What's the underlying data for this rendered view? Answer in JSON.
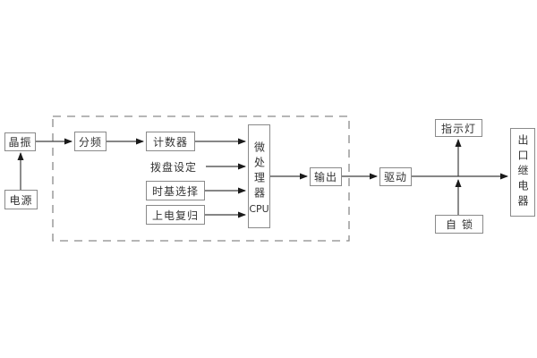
{
  "diagram": {
    "kind": "block-diagram",
    "blocks": {
      "crystal": "晶振",
      "power": "电源",
      "divider": "分频",
      "counter": "计数器",
      "dial_setting": "拨盘设定",
      "timebase_select": "时基选择",
      "power_on_reset": "上电复归",
      "cpu_vertical": "微处理器",
      "cpu_sub": "CPU",
      "output": "输出",
      "drive": "驱动",
      "indicator_lamp": "指示灯",
      "self_lock": "自锁",
      "outlet_relay": "出口继电器"
    },
    "colors": {
      "background": "#ffffff",
      "box_border": "#8a8a8a",
      "box_fill": "#ffffff",
      "text": "#333333",
      "line": "#3f3f3f",
      "arrowhead": "#1a1a1a",
      "dashed_boundary": "#8a8a8a"
    }
  }
}
